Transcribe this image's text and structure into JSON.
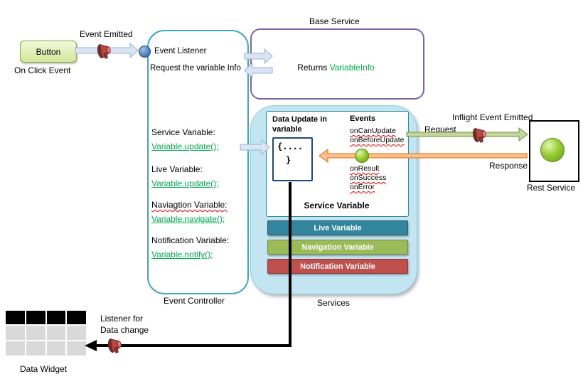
{
  "colors": {
    "controller_border": "#44a7c1",
    "base_service_border": "#8064a2",
    "services_fill": "#c3e5f2",
    "code_green": "#00b050",
    "bar_live": "#31859c",
    "bar_navigation": "#9bbb59",
    "bar_notification": "#c0504d",
    "arrow_blue_fill": "#dbe5f1",
    "arrow_request_fill": "#c2d69b",
    "arrow_response_fill": "#fac08f",
    "megaphone_red": "#943634"
  },
  "button": {
    "label": "Button",
    "event_label": "Event Emitted",
    "click_label": "On Click Event"
  },
  "controller": {
    "title": "Event Controller",
    "listener_label": "Event Listener",
    "request_label": "Request the variable Info",
    "items": [
      {
        "label": "Service Variable:",
        "code": "Variable.update();"
      },
      {
        "label": "Live Variable:",
        "code": "Variable.update();"
      },
      {
        "label": "Naviagtion Variable:",
        "code": "Variable.navigate();"
      },
      {
        "label": "Notification Variable:",
        "code": "Variable.notify();"
      }
    ]
  },
  "base_service": {
    "title": "Base Service",
    "returns_prefix": "Returns",
    "returns_value": "VariableInfo"
  },
  "services": {
    "title": "Services",
    "service_variable": {
      "title": "Service Variable",
      "data_update_label": "Data Update in variable",
      "code_line1": "{....",
      "code_line2": "}",
      "events_title": "Events",
      "events_before": [
        "onCanUpdate",
        "onBeforeUpdate"
      ],
      "events_after": [
        "onResult",
        "onSuccess",
        "onError"
      ]
    },
    "bars": [
      {
        "label": "Live Variable",
        "color": "#31859c"
      },
      {
        "label": "Navigation Variable",
        "color": "#9bbb59"
      },
      {
        "label": "Notification Variable",
        "color": "#c0504d"
      }
    ]
  },
  "flow": {
    "inflight_label": "Inflight Event Emitted",
    "request_label": "Request",
    "response_label": "Response"
  },
  "rest_service": {
    "label": "Rest Service"
  },
  "data_widget": {
    "label": "Data Widget",
    "listener_line1": "Listener for",
    "listener_line2": "Data change"
  }
}
